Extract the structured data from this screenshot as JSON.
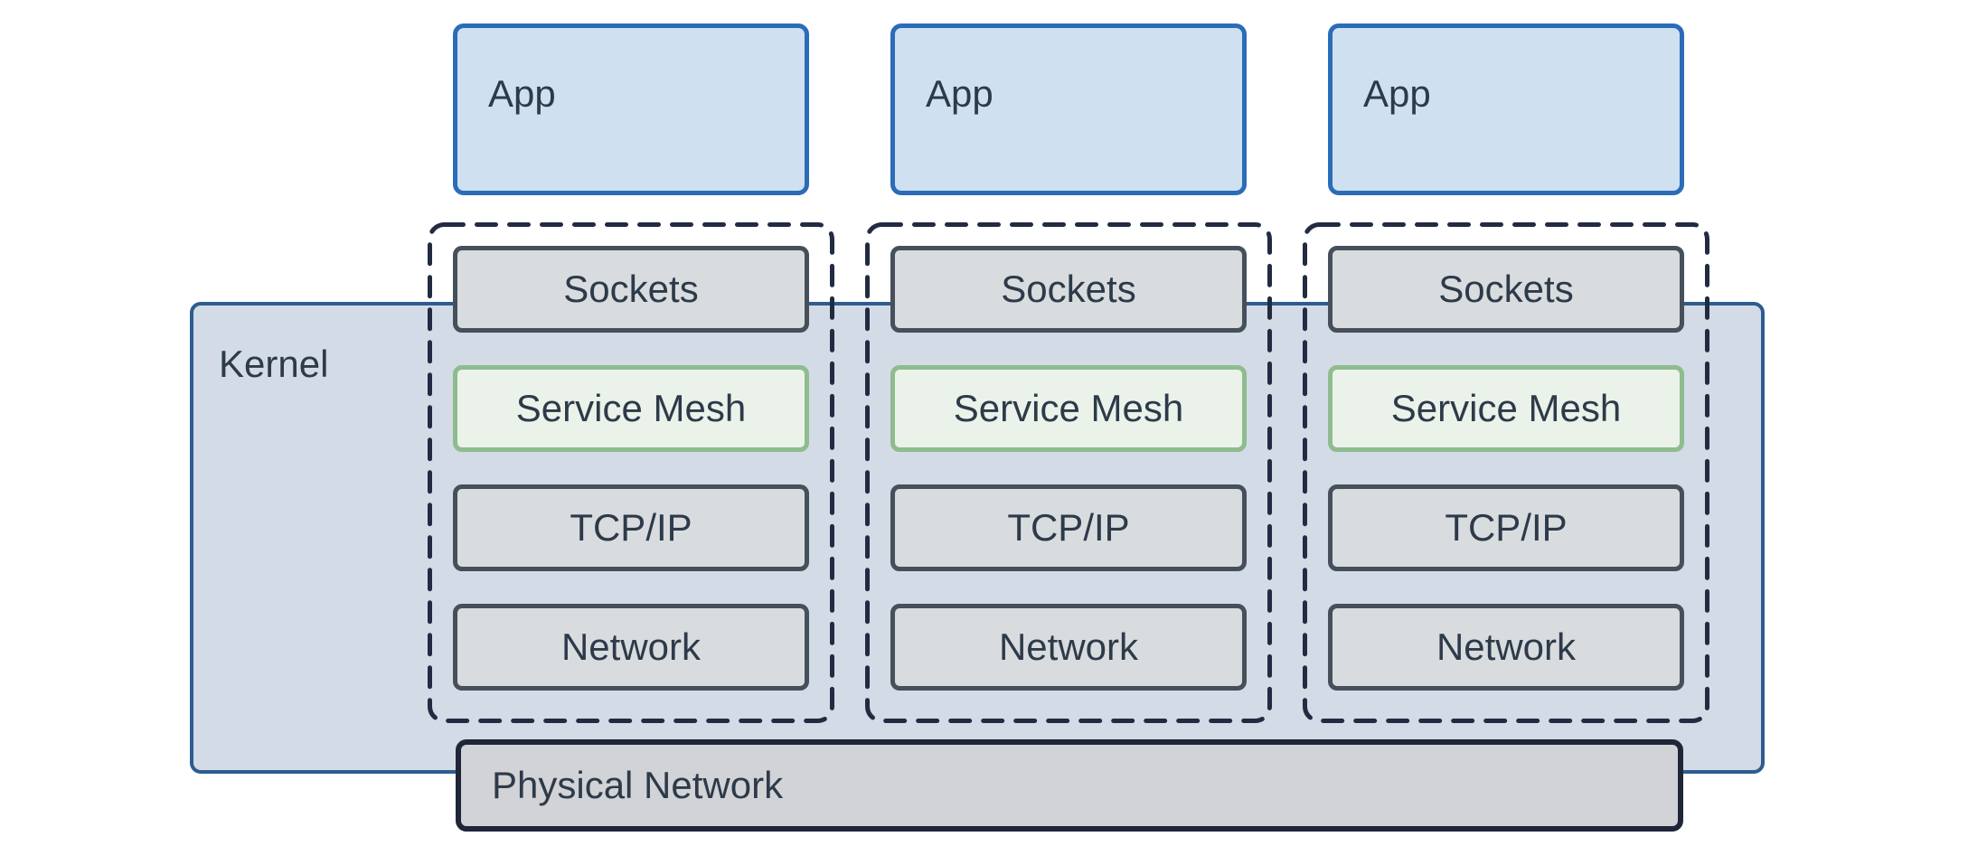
{
  "kernel": {
    "label": "Kernel"
  },
  "columns": [
    {
      "app_label": "App",
      "layers": [
        "Sockets",
        "Service Mesh",
        "TCP/IP",
        "Network"
      ]
    },
    {
      "app_label": "App",
      "layers": [
        "Sockets",
        "Service Mesh",
        "TCP/IP",
        "Network"
      ]
    },
    {
      "app_label": "App",
      "layers": [
        "Sockets",
        "Service Mesh",
        "TCP/IP",
        "Network"
      ]
    }
  ],
  "physical_network": {
    "label": "Physical Network"
  },
  "colors": {
    "canvas_bg": "#ffffff",
    "app_fill": "#cfe0f1",
    "app_border": "#2b6cb8",
    "kernel_fill": "#d3dbe6",
    "kernel_border": "#2e5c90",
    "layer_fill": "#d9dcdf",
    "layer_border": "#46505b",
    "mesh_fill": "#ebf2ea",
    "mesh_border": "#8fbc8e",
    "physical_fill": "#d2d3d6",
    "physical_border": "#202639",
    "dash_color": "#222b42",
    "text_color": "#2d3a49"
  }
}
